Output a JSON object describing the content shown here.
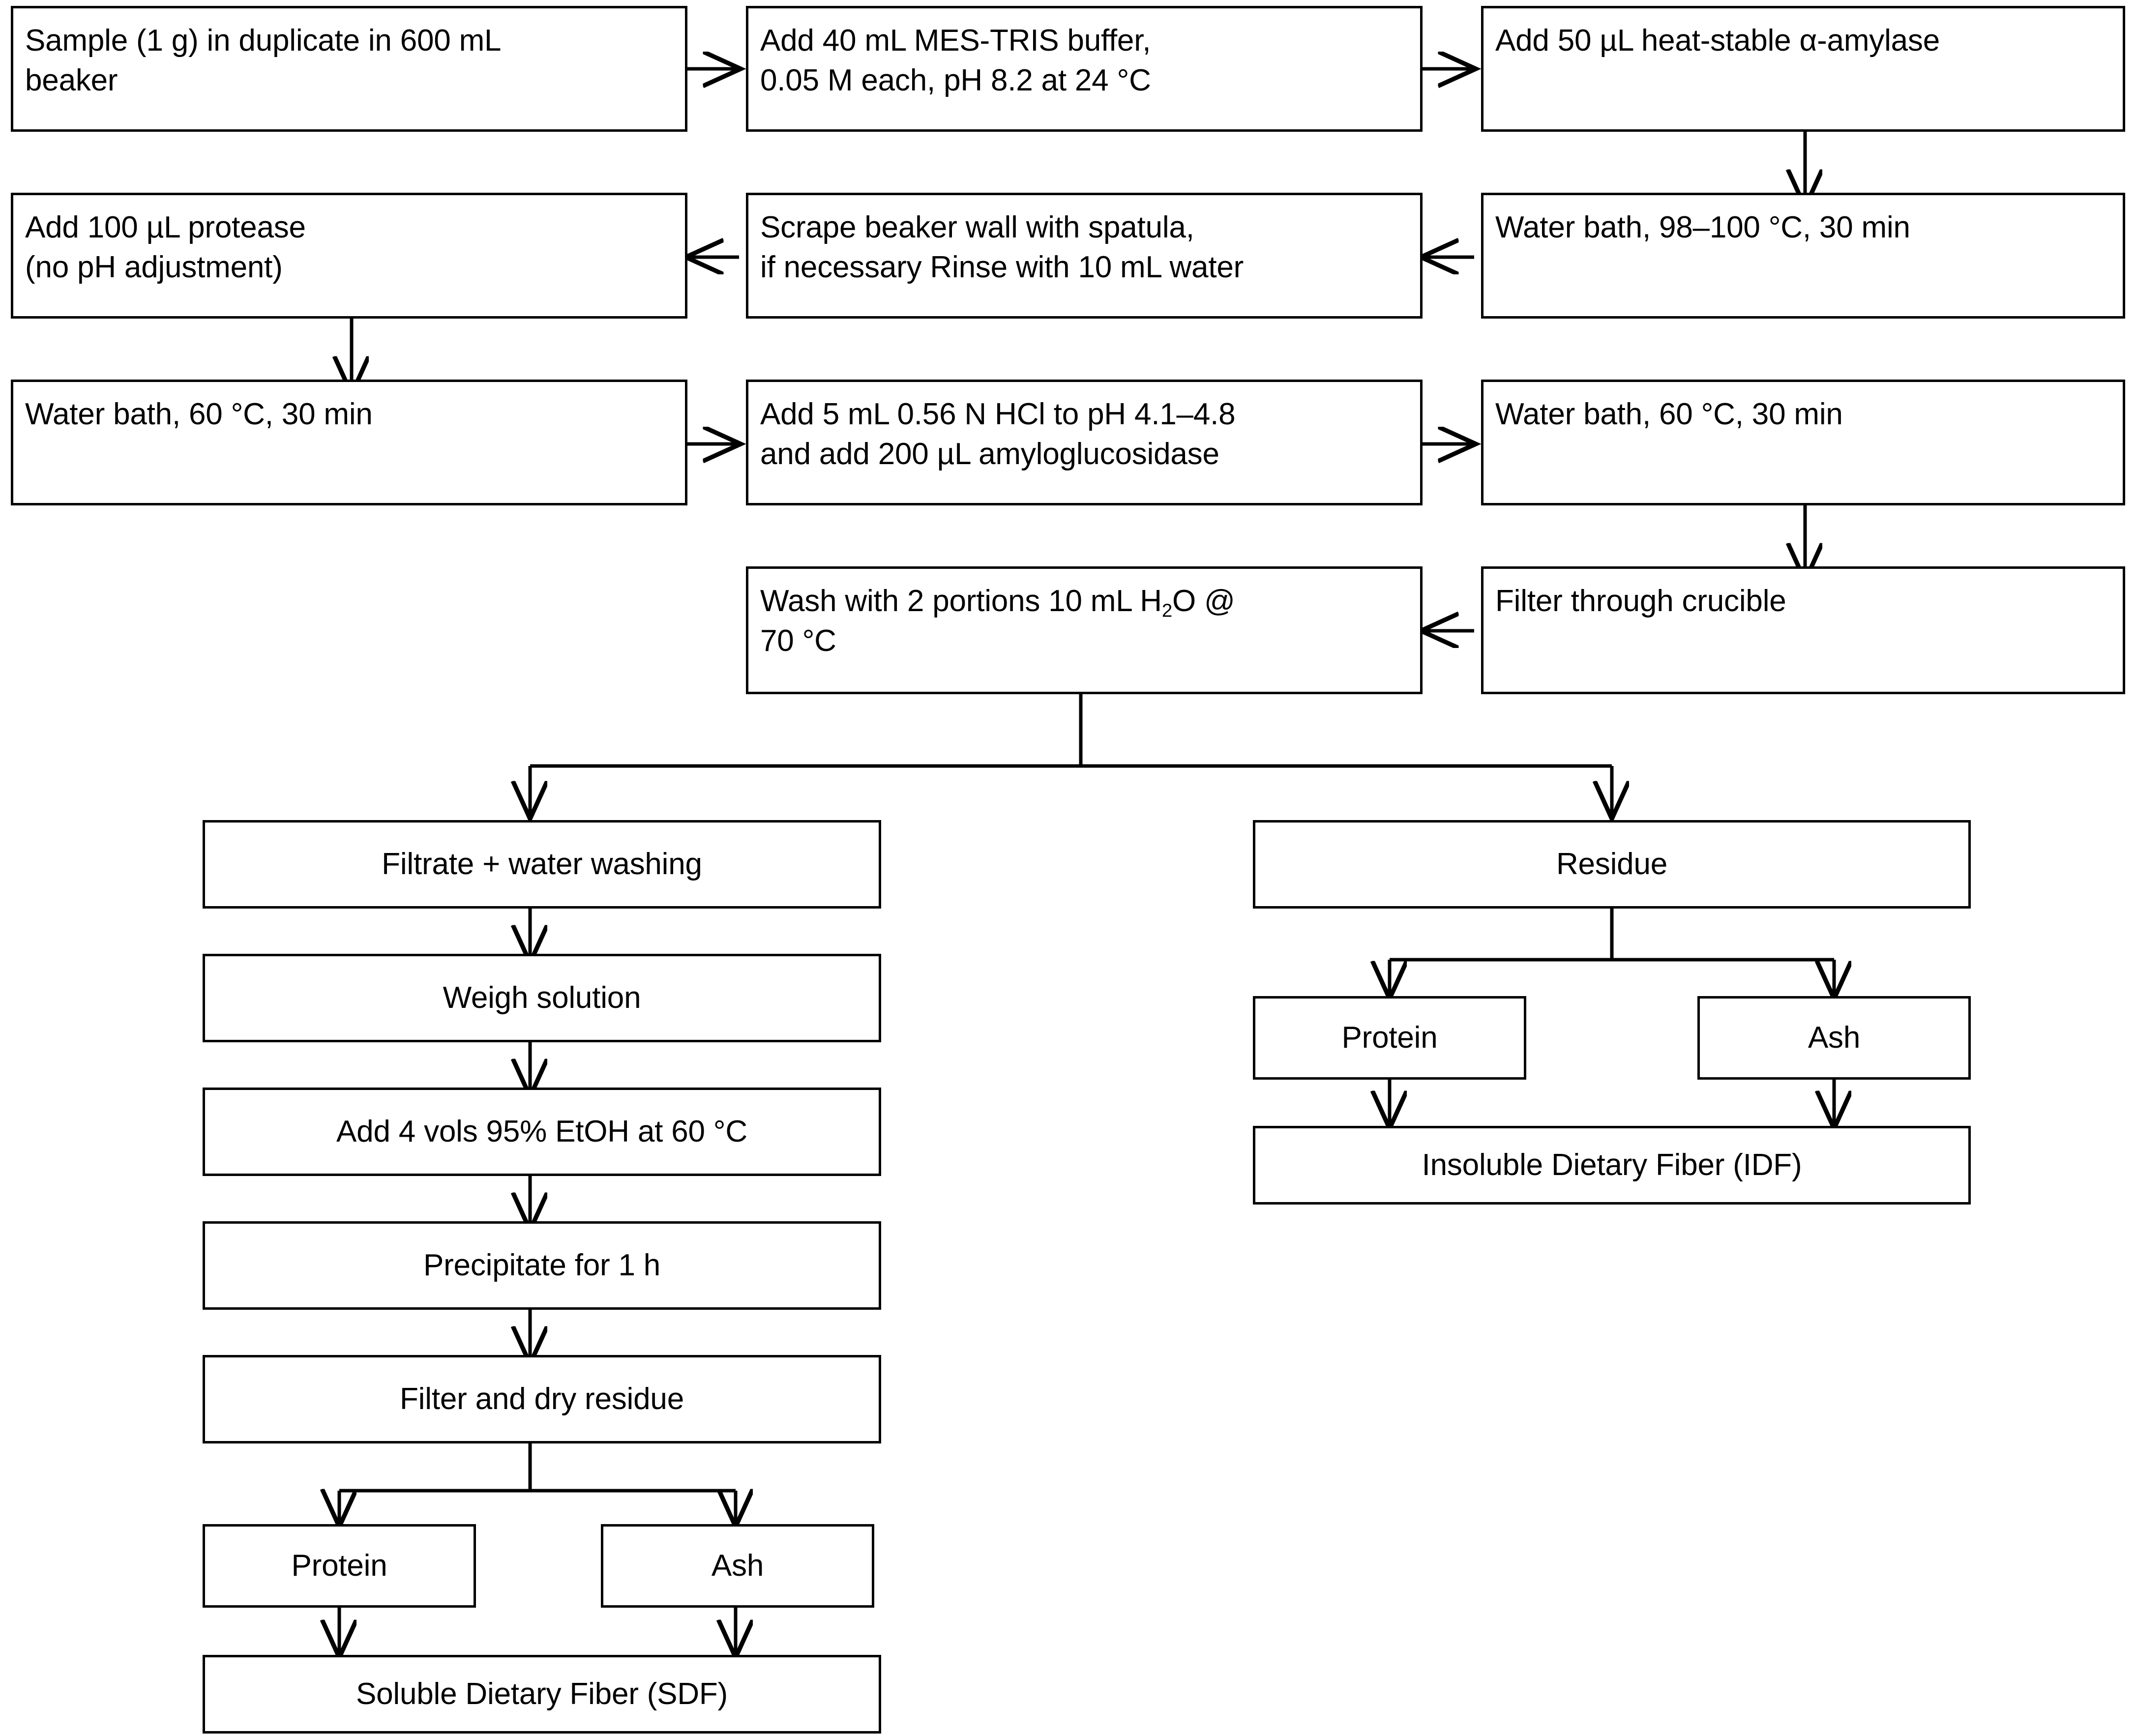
{
  "diagram": {
    "title": "AOAC Total Dietary Fiber Determination Flowchart",
    "stroke_color": "#000000",
    "fill_color": "#ffffff",
    "nodes": {
      "sample": "Sample (1 g) in duplicate in 600 mL beaker",
      "buffer": "Add 40 mL MES-TRIS buffer, 0.05 M each, pH 8.2 at 24 °C",
      "amylase": "Add 50 µL heat-stable α-amylase",
      "waterbath98": "Water bath, 98–100 °C, 30 min",
      "scrape": "Scrape beaker wall with spatula, if necessary Rinse with 10 mL water",
      "protease": "Add 100 µL protease (no pH adjustment)",
      "waterbath60a": "Water bath, 60 °C, 30 min",
      "hcl": "Add 5 mL 0.56 N HCl to pH 4.1–4.8 and add 200 µL amyloglucosidase",
      "waterbath60b": "Water bath, 60 °C, 30 min",
      "filter_crucible": "Filter through crucible",
      "wash": "Wash with 2 portions 10 mL H2O @ 70 °C",
      "filtrate": "Filtrate + water washing",
      "weigh": "Weigh solution",
      "etoh": "Add 4 vols 95% EtOH at 60 °C",
      "precipitate": "Precipitate for 1 h",
      "filter_dry": "Filter and dry residue",
      "protein_left": "Protein",
      "ash_left": "Ash",
      "sdf": "Soluble Dietary Fiber (SDF)",
      "residue": "Residue",
      "protein_right": "Protein",
      "ash_right": "Ash",
      "idf": "Insoluble Dietary Fiber (IDF)"
    },
    "node_lines": {
      "sample_l1": "Sample (1 g) in duplicate in 600 mL",
      "sample_l2": "beaker",
      "buffer_l1": "Add 40 mL MES-TRIS buffer,",
      "buffer_l2": "0.05 M each, pH 8.2 at 24 °C",
      "amylase_l1": "Add 50 µL heat-stable α-amylase",
      "waterbath98_l1": "Water bath, 98–100 °C, 30 min",
      "scrape_l1": "Scrape beaker wall with spatula,",
      "scrape_l2": "if necessary Rinse with 10 mL water",
      "protease_l1": "Add 100 µL protease",
      "protease_l2": "(no pH adjustment)",
      "waterbath60a_l1": "Water bath, 60 °C, 30 min",
      "hcl_l1": "Add 5 mL 0.56 N HCl to pH 4.1–4.8",
      "hcl_l2": "and add 200 µL amyloglucosidase",
      "waterbath60b_l1": "Water bath, 60 °C, 30 min",
      "filter_crucible_l1": "Filter through crucible",
      "wash_l1_a": "Wash with 2 portions 10 mL H",
      "wash_l1_sub": "2",
      "wash_l1_b": "O @",
      "wash_l2": "70 °C"
    },
    "edges": [
      {
        "from": "sample",
        "to": "buffer",
        "direction": "right"
      },
      {
        "from": "buffer",
        "to": "amylase",
        "direction": "right"
      },
      {
        "from": "amylase",
        "to": "waterbath98",
        "direction": "down"
      },
      {
        "from": "waterbath98",
        "to": "scrape",
        "direction": "left"
      },
      {
        "from": "scrape",
        "to": "protease",
        "direction": "left"
      },
      {
        "from": "protease",
        "to": "waterbath60a",
        "direction": "down"
      },
      {
        "from": "waterbath60a",
        "to": "hcl",
        "direction": "right"
      },
      {
        "from": "hcl",
        "to": "waterbath60b",
        "direction": "right"
      },
      {
        "from": "waterbath60b",
        "to": "filter_crucible",
        "direction": "down"
      },
      {
        "from": "filter_crucible",
        "to": "wash",
        "direction": "left"
      },
      {
        "from": "wash",
        "to": "filtrate",
        "direction": "split-down-left"
      },
      {
        "from": "wash",
        "to": "residue",
        "direction": "split-down-right"
      },
      {
        "from": "filtrate",
        "to": "weigh",
        "direction": "down"
      },
      {
        "from": "weigh",
        "to": "etoh",
        "direction": "down"
      },
      {
        "from": "etoh",
        "to": "precipitate",
        "direction": "down"
      },
      {
        "from": "precipitate",
        "to": "filter_dry",
        "direction": "down"
      },
      {
        "from": "filter_dry",
        "to": "protein_left",
        "direction": "split-down-left"
      },
      {
        "from": "filter_dry",
        "to": "ash_left",
        "direction": "split-down-right"
      },
      {
        "from": "protein_left",
        "to": "sdf",
        "direction": "down"
      },
      {
        "from": "ash_left",
        "to": "sdf",
        "direction": "down"
      },
      {
        "from": "residue",
        "to": "protein_right",
        "direction": "split-down-left"
      },
      {
        "from": "residue",
        "to": "ash_right",
        "direction": "split-down-right"
      },
      {
        "from": "protein_right",
        "to": "idf",
        "direction": "down"
      },
      {
        "from": "ash_right",
        "to": "idf",
        "direction": "down"
      }
    ]
  }
}
